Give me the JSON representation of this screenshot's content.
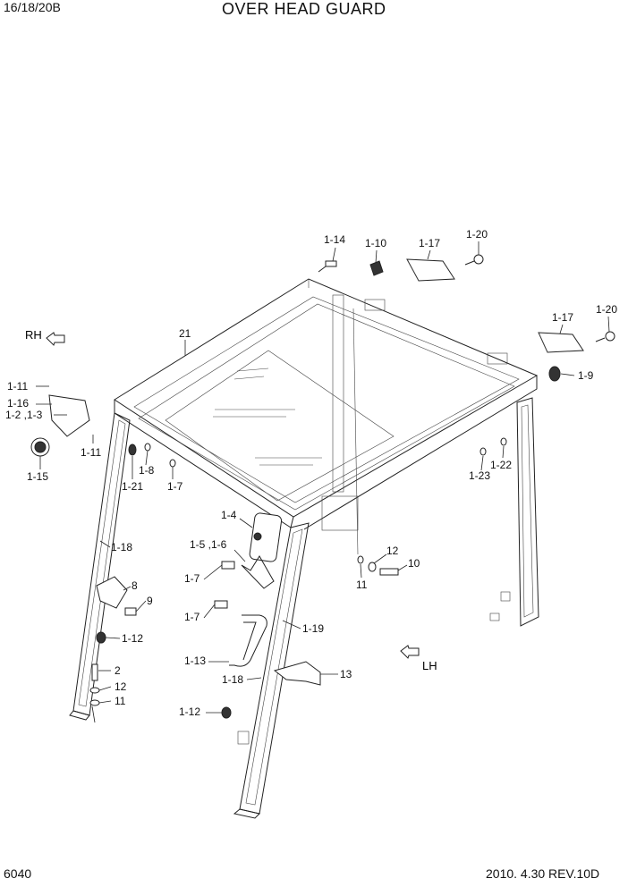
{
  "header": {
    "model": "16/18/20B",
    "title": "OVER HEAD GUARD"
  },
  "footer": {
    "page_number": "6040",
    "revision": "2010. 4.30  REV.10D"
  },
  "directions": {
    "rh": "RH",
    "lh": "LH"
  },
  "callouts": [
    {
      "id": "c-1-14",
      "label": "1-14"
    },
    {
      "id": "c-1-10",
      "label": "1-10"
    },
    {
      "id": "c-1-17a",
      "label": "1-17"
    },
    {
      "id": "c-1-20a",
      "label": "1-20"
    },
    {
      "id": "c-1-17b",
      "label": "1-17"
    },
    {
      "id": "c-1-20b",
      "label": "1-20"
    },
    {
      "id": "c-1-9",
      "label": "1-9"
    },
    {
      "id": "c-21",
      "label": "21"
    },
    {
      "id": "c-1-11a",
      "label": "1-11"
    },
    {
      "id": "c-1-16",
      "label": "1-16"
    },
    {
      "id": "c-1-2-1-3",
      "label": "1-2 ,1-3"
    },
    {
      "id": "c-1-11b",
      "label": "1-11"
    },
    {
      "id": "c-1-15",
      "label": "1-15"
    },
    {
      "id": "c-1-21",
      "label": "1-21"
    },
    {
      "id": "c-1-8",
      "label": "1-8"
    },
    {
      "id": "c-1-7a",
      "label": "1-7"
    },
    {
      "id": "c-1-22",
      "label": "1-22"
    },
    {
      "id": "c-1-23",
      "label": "1-23"
    },
    {
      "id": "c-1-4",
      "label": "1-4"
    },
    {
      "id": "c-1-5-1-6",
      "label": "1-5 ,1-6"
    },
    {
      "id": "c-1-18a",
      "label": "1-18"
    },
    {
      "id": "c-1-7b",
      "label": "1-7"
    },
    {
      "id": "c-12a",
      "label": "12"
    },
    {
      "id": "c-10",
      "label": "10"
    },
    {
      "id": "c-11a",
      "label": "11"
    },
    {
      "id": "c-8",
      "label": "8"
    },
    {
      "id": "c-9",
      "label": "9"
    },
    {
      "id": "c-1-7c",
      "label": "1-7"
    },
    {
      "id": "c-1-19",
      "label": "1-19"
    },
    {
      "id": "c-1-12a",
      "label": "1-12"
    },
    {
      "id": "c-1-13",
      "label": "1-13"
    },
    {
      "id": "c-2",
      "label": "2"
    },
    {
      "id": "c-12b",
      "label": "12"
    },
    {
      "id": "c-11b",
      "label": "11"
    },
    {
      "id": "c-1-18b",
      "label": "1-18"
    },
    {
      "id": "c-13",
      "label": "13"
    },
    {
      "id": "c-1-12b",
      "label": "1-12"
    }
  ]
}
